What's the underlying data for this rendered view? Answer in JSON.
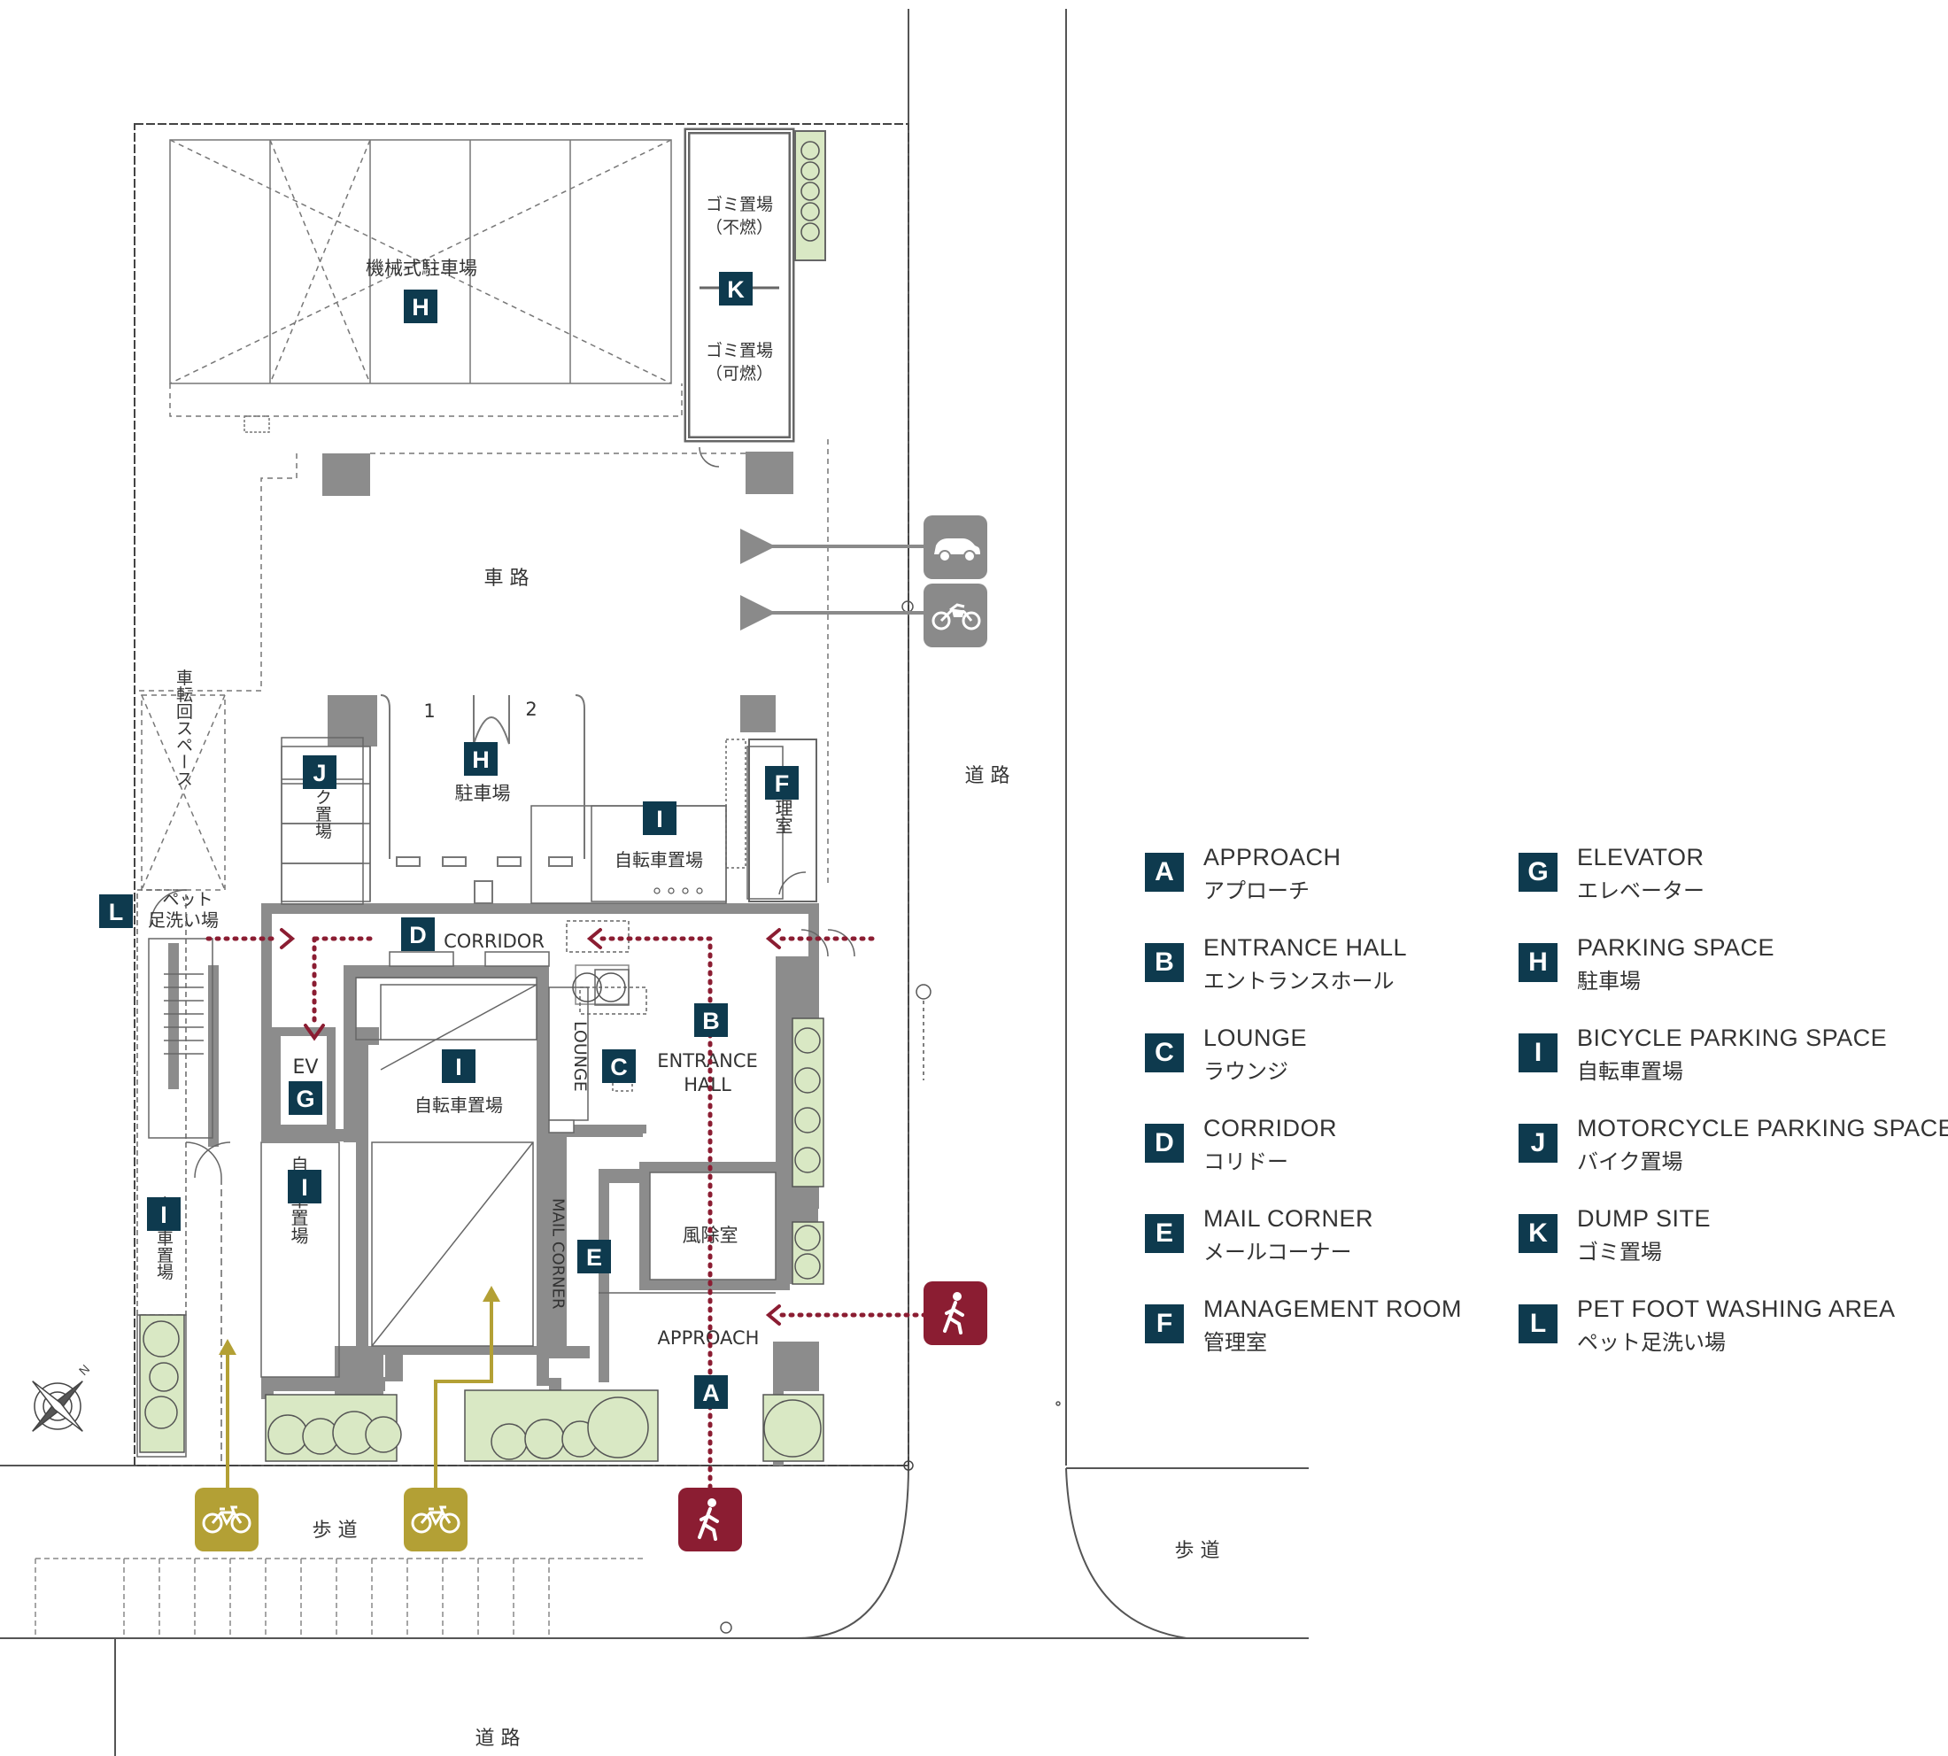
{
  "colors": {
    "badge": "#0e3a4e",
    "pedestrian": "#8b1d32",
    "bicycle": "#b3a035",
    "vehicle": "#8a8a8a",
    "wall": "#8c8c8c",
    "planting": "#d9e8c4"
  },
  "plan_labels": {
    "mechanical_parking": "機械式駐車場",
    "dump_nonburnable_1": "ゴミ置場",
    "dump_nonburnable_2": "（不燃）",
    "dump_burnable_1": "ゴミ置場",
    "dump_burnable_2": "（可燃）",
    "driveway": "車 路",
    "turning_space": "車転回スペース",
    "bike_parking": "バイク置場",
    "parking": "駐車場",
    "space_1": "1",
    "space_2": "2",
    "bicycle_parking": "自転車置場",
    "management_room": "管理室",
    "pet_wash_1": "ペット",
    "pet_wash_2": "足洗い場",
    "corridor": "CORRIDOR",
    "ev": "EV",
    "bicycle_parking_center": "自転車置場",
    "lounge": "LOUNGE",
    "entrance_hall_1": "ENTRANCE",
    "entrance_hall_2": "HALL",
    "windbreak_room": "風除室",
    "mail_corner": "MAIL CORNER",
    "approach": "APPROACH",
    "bicycle_parking_left": "自転車置場",
    "bicycle_parking_west": "自転車置場",
    "road_east": "道 路",
    "sidewalk_left": "歩 道",
    "sidewalk_right": "歩 道",
    "road_south": "道 路"
  },
  "icons": [
    "car-icon",
    "motorcycle-icon",
    "pedestrian-icon",
    "bicycle-icon",
    "compass-icon"
  ],
  "legend": [
    {
      "letter": "A",
      "en": "APPROACH",
      "ja": "アプローチ"
    },
    {
      "letter": "B",
      "en": "ENTRANCE HALL",
      "ja": "エントランスホール"
    },
    {
      "letter": "C",
      "en": "LOUNGE",
      "ja": "ラウンジ"
    },
    {
      "letter": "D",
      "en": "CORRIDOR",
      "ja": "コリドー"
    },
    {
      "letter": "E",
      "en": "MAIL CORNER",
      "ja": "メールコーナー"
    },
    {
      "letter": "F",
      "en": "MANAGEMENT ROOM",
      "ja": "管理室"
    },
    {
      "letter": "G",
      "en": "ELEVATOR",
      "ja": "エレベーター"
    },
    {
      "letter": "H",
      "en": "PARKING SPACE",
      "ja": "駐車場"
    },
    {
      "letter": "I",
      "en": "BICYCLE PARKING SPACE",
      "ja": "自転車置場"
    },
    {
      "letter": "J",
      "en": "MOTORCYCLE PARKING SPACE",
      "ja": "バイク置場"
    },
    {
      "letter": "K",
      "en": "DUMP SITE",
      "ja": "ゴミ置場"
    },
    {
      "letter": "L",
      "en": "PET FOOT WASHING AREA",
      "ja": "ペット足洗い場"
    }
  ]
}
